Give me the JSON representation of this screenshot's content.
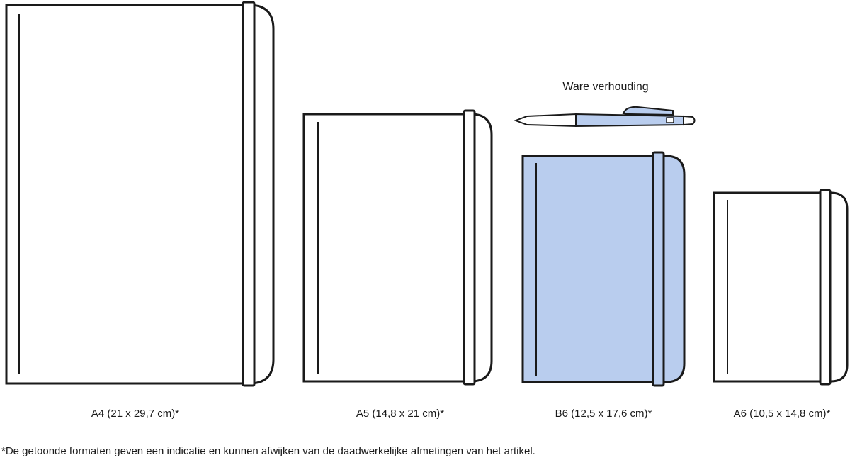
{
  "pen_label": "Ware verhouding",
  "footnote": "*De getoonde formaten geven een indicatie en kunnen afwijken van de daadwerkelijke afmetingen van het artikel.",
  "notebooks": [
    {
      "id": "a4",
      "label": "A4 (21 x 29,7 cm)*",
      "highlighted": false
    },
    {
      "id": "a5",
      "label": "A5 (14,8 x 21 cm)*",
      "highlighted": false
    },
    {
      "id": "b6",
      "label": "B6 (12,5 x 17,6 cm)*",
      "highlighted": true
    },
    {
      "id": "a6",
      "label": "A6 (10,5 x 14,8 cm)*",
      "highlighted": false
    }
  ],
  "colors": {
    "outline": "#1a1a1a",
    "highlight_fill": "#b9cdee",
    "plain_fill": "#ffffff"
  }
}
